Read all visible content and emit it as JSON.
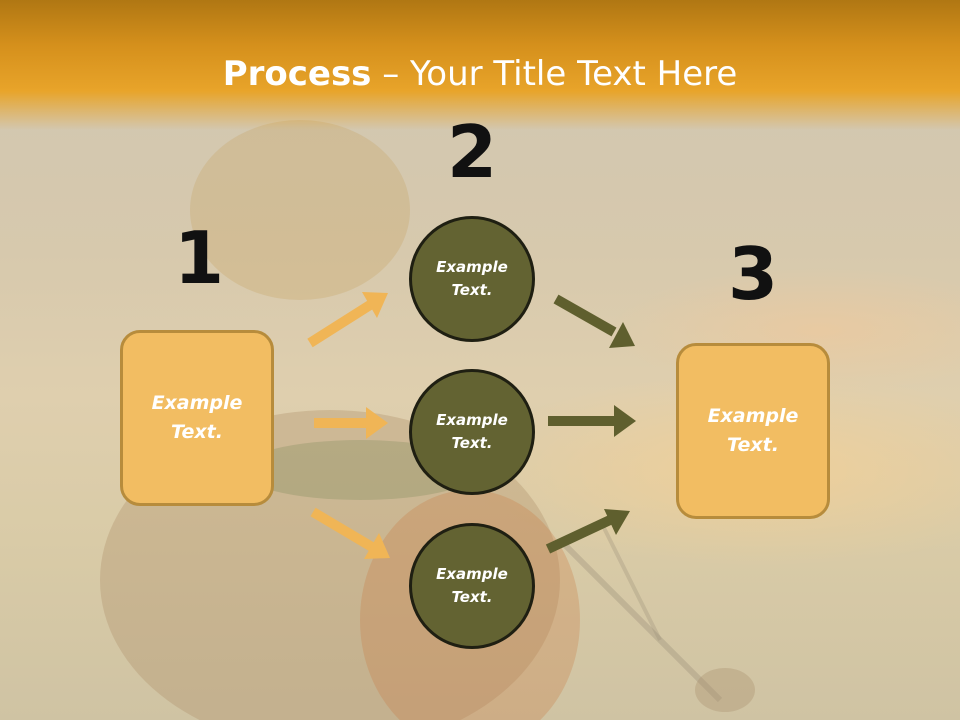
{
  "title": {
    "bold": "Process",
    "rest": " – Your Title Text Here"
  },
  "steps": [
    {
      "number": "1",
      "text": "Example\nText."
    },
    {
      "number": "2",
      "items": [
        "Example\nText.",
        "Example\nText.",
        "Example\nText."
      ]
    },
    {
      "number": "3",
      "text": "Example\nText."
    }
  ],
  "colors": {
    "header": "#e8a42a",
    "box_fill": "#f2bd62",
    "circle_fill": "#636332",
    "left_arrows": "#f0b556",
    "right_arrows": "#5f5f2e"
  },
  "icons": [
    "arrow-up-right",
    "arrow-right",
    "arrow-down-right"
  ]
}
